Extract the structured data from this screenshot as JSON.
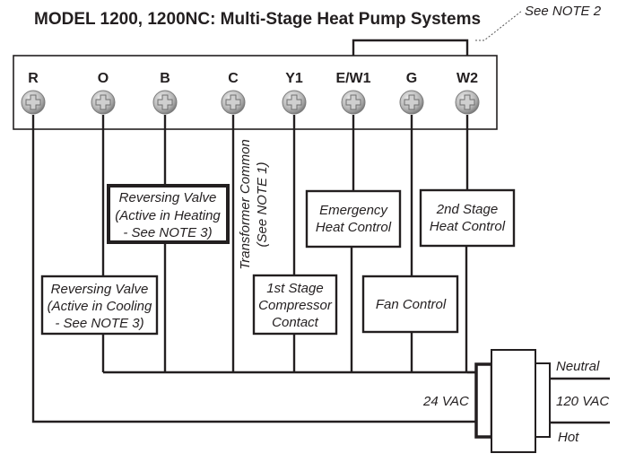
{
  "title": "MODEL 1200, 1200NC:  Multi-Stage Heat Pump Systems",
  "note2_label": "See NOTE 2",
  "terminals": [
    {
      "label": "R",
      "icon": "screw-terminal-icon"
    },
    {
      "label": "O",
      "icon": "screw-terminal-icon"
    },
    {
      "label": "B",
      "icon": "screw-terminal-icon"
    },
    {
      "label": "C",
      "icon": "screw-terminal-icon"
    },
    {
      "label": "Y1",
      "icon": "screw-terminal-icon"
    },
    {
      "label": "E/W1",
      "icon": "screw-terminal-icon"
    },
    {
      "label": "G",
      "icon": "screw-terminal-icon"
    },
    {
      "label": "W2",
      "icon": "screw-terminal-icon"
    }
  ],
  "components": {
    "rv_heating": [
      "Reversing Valve",
      "(Active in Heating",
      "- See NOTE 3)"
    ],
    "rv_cooling": [
      "Reversing Valve",
      "(Active in Cooling",
      "- See NOTE 3)"
    ],
    "transformer_common": [
      "Transformer Common",
      "(See NOTE 1)"
    ],
    "compressor": [
      "1st Stage",
      "Compressor",
      "Contact"
    ],
    "emergency": [
      "Emergency",
      "Heat Control"
    ],
    "fan": [
      "Fan Control"
    ],
    "second_stage": [
      "2nd Stage",
      "Heat Control"
    ]
  },
  "transformer": {
    "secondary_label": "24 VAC",
    "primary_label": "120 VAC",
    "neutral_label": "Neutral",
    "hot_label": "Hot"
  },
  "colors": {
    "line": "#231f20",
    "screw_light": "#e6e6e6",
    "screw_dark": "#8a8a8a"
  }
}
